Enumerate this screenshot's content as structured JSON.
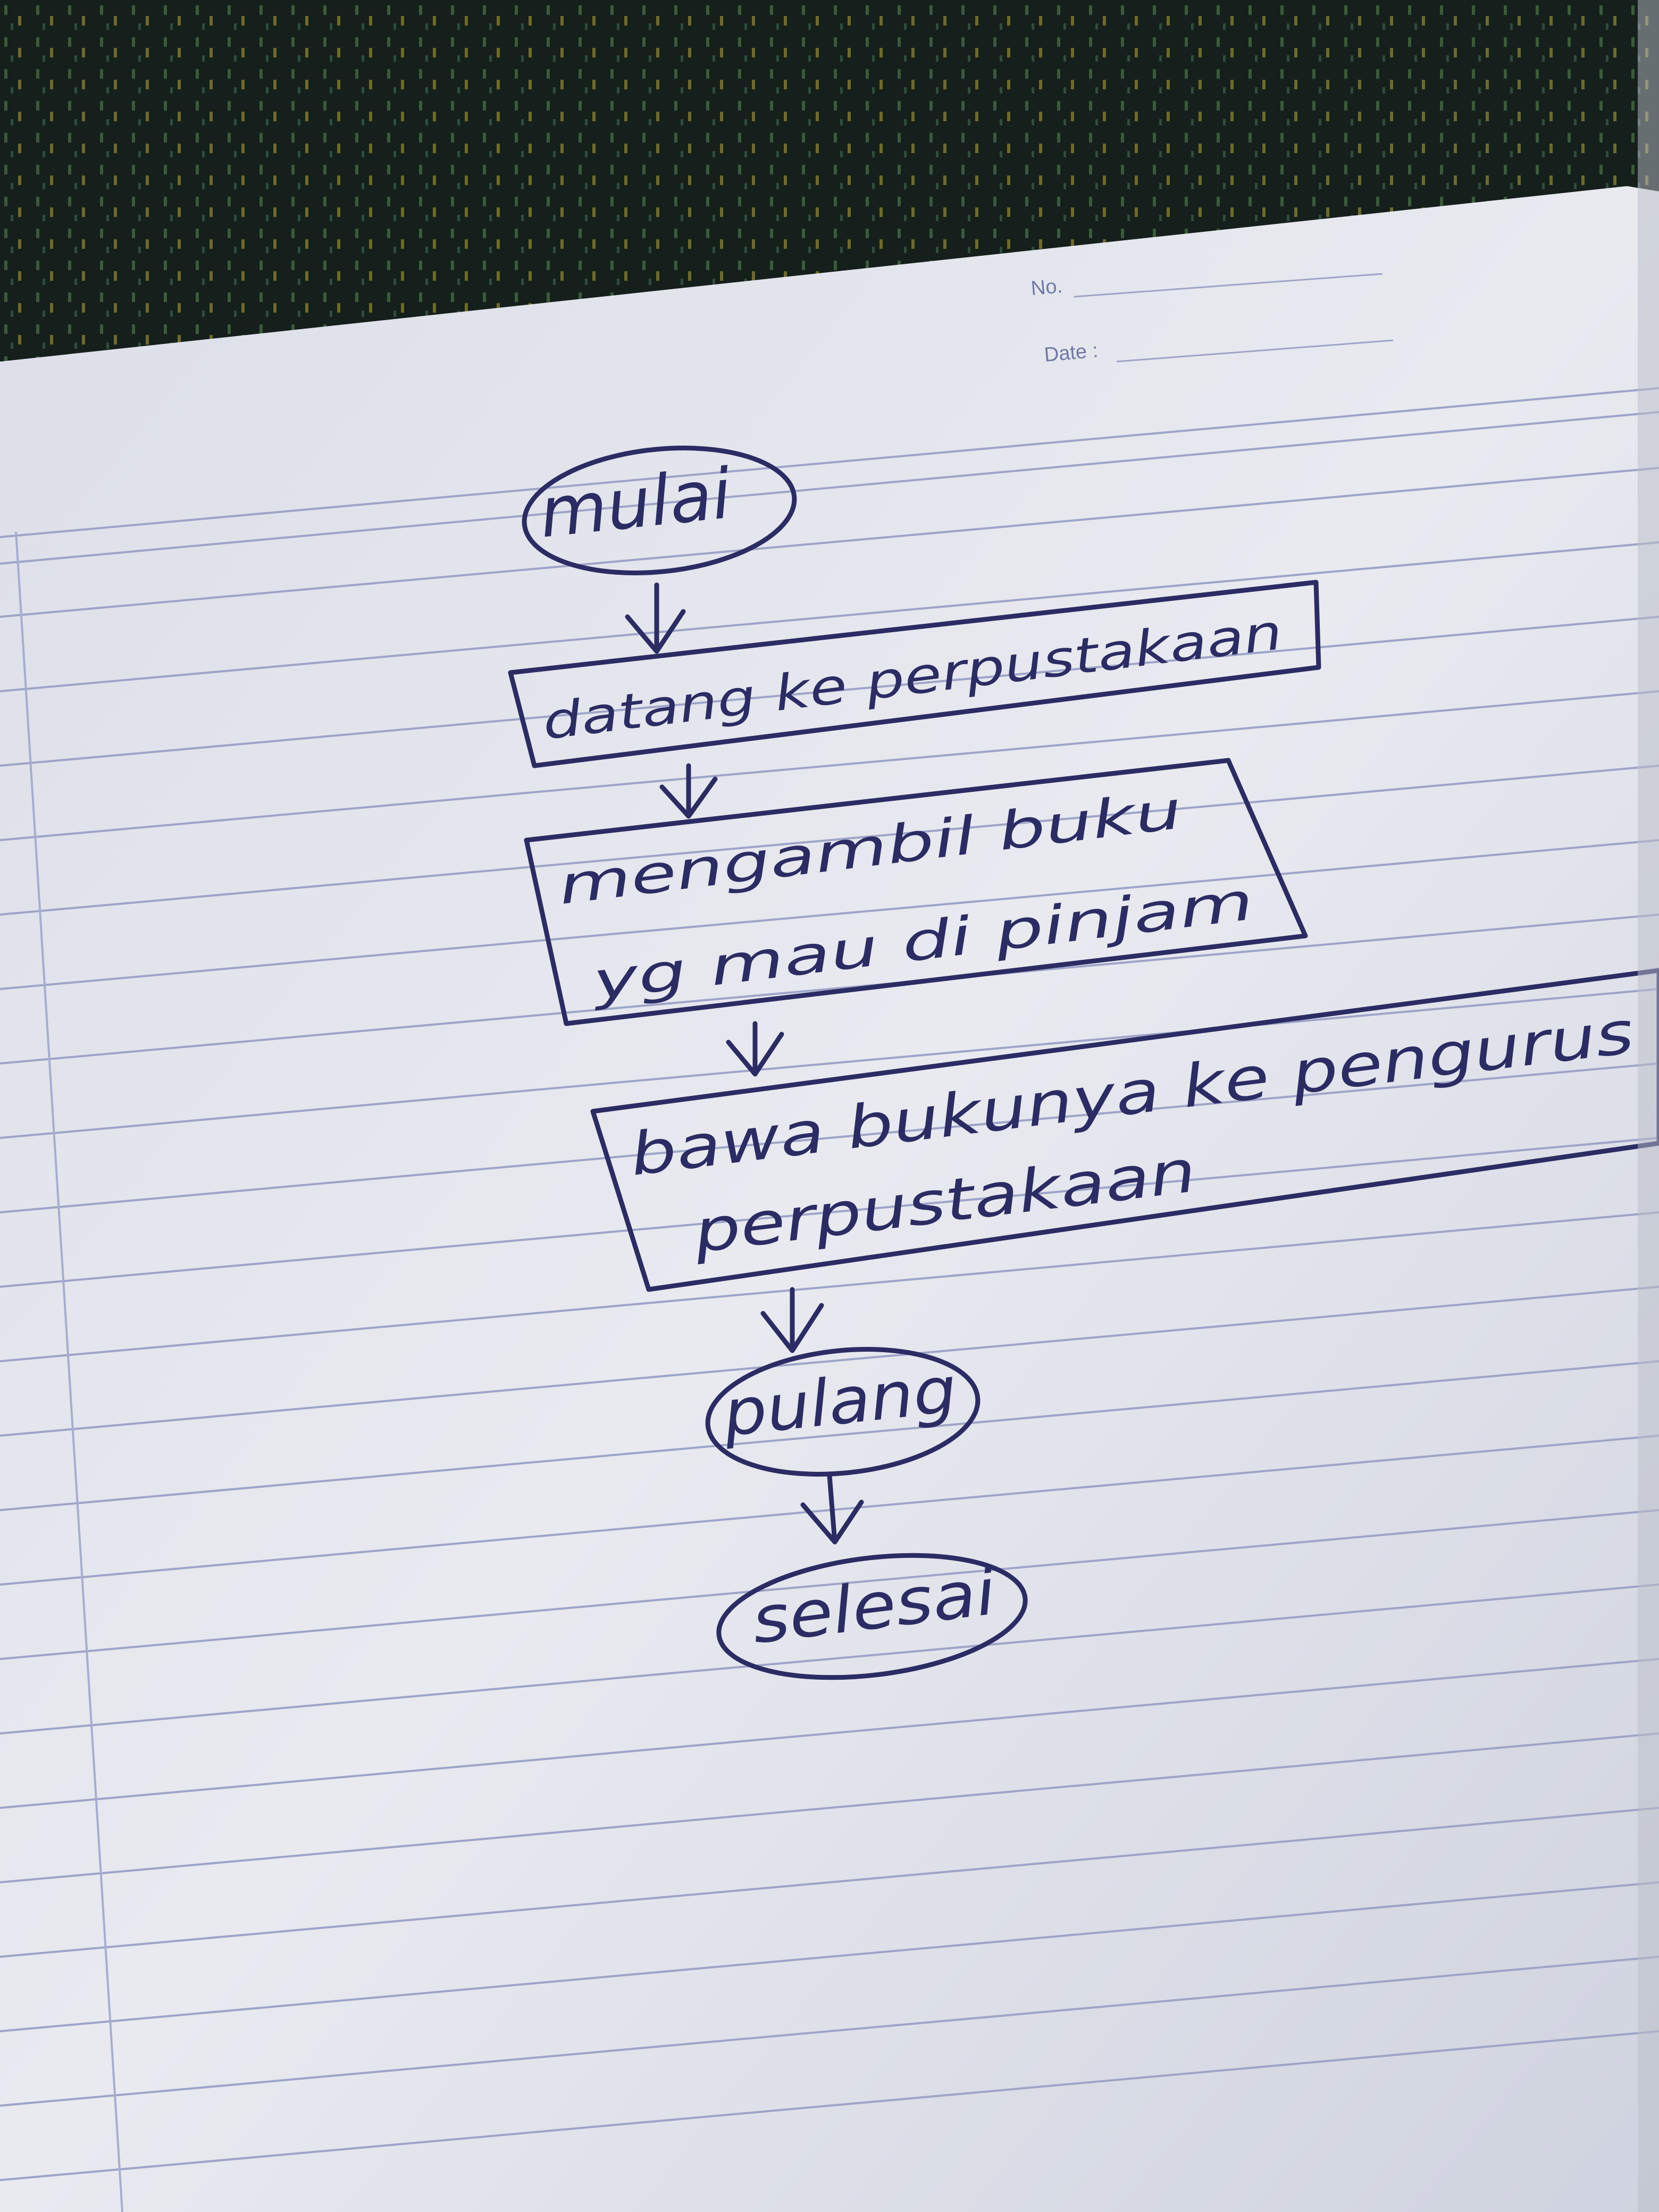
{
  "header": {
    "no_label": "No.",
    "date_label": "Date :"
  },
  "flowchart": {
    "start": "mulai",
    "step1": "datang ke perpustakaan",
    "step2_line1": "mengambil buku",
    "step2_line2": "yg mau di pinjam",
    "step3_line1": "bawa bukunya ke pengurus",
    "step3_line2": "perpustakaan",
    "step4": "pulang",
    "end": "selesai"
  },
  "colors": {
    "ink": "#2b2c63",
    "paper": "#e9ebf1",
    "rule_line": "#9ea4c8",
    "background_fabric": "#16211c"
  }
}
